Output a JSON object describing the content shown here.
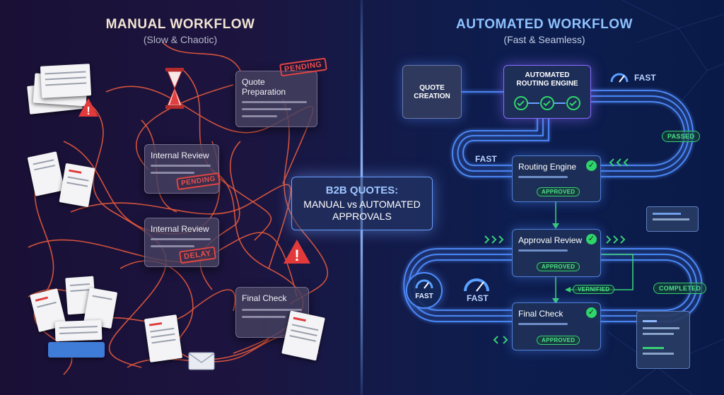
{
  "header": {
    "manual_title": "MANUAL WORKFLOW",
    "manual_subtitle": "(Slow & Chaotic)",
    "auto_title": "AUTOMATED WORKFLOW",
    "auto_subtitle": "(Fast & Seamless)"
  },
  "center": {
    "line1": "B2B QUOTES:",
    "line2": "MANUAL vs AUTOMATED",
    "line3": "APPROVALS"
  },
  "manual": {
    "cards": [
      {
        "label_line1": "Quote",
        "label_line2": "Preparation",
        "stamp": "PENDING"
      },
      {
        "label": "Internal Review",
        "stamp": "PENDING"
      },
      {
        "label": "Internal Review",
        "stamp": "DELAY"
      },
      {
        "label": "Final Check"
      }
    ]
  },
  "automated": {
    "quote_creation_line1": "QUOTE",
    "quote_creation_line2": "CREATION",
    "engine_line1": "AUTOMATED",
    "engine_line2": "ROUTING ENGINE",
    "fast_labels": [
      "FAST",
      "FAST",
      "FAST",
      "FAST"
    ],
    "passed": "PASSED",
    "verified": "VERNIFIED",
    "completed": "COMPLETED",
    "cards": [
      {
        "label": "Routing Engine",
        "status": "APPROVED"
      },
      {
        "label": "Approval Review",
        "status": "APPROVED"
      },
      {
        "label": "Final Check",
        "status": "APPROVED"
      }
    ]
  },
  "colors": {
    "manual_accent": "#e85a3c",
    "auto_accent": "#4f8dff",
    "approved_green": "#37d074",
    "warning_red": "#e23a3a"
  }
}
